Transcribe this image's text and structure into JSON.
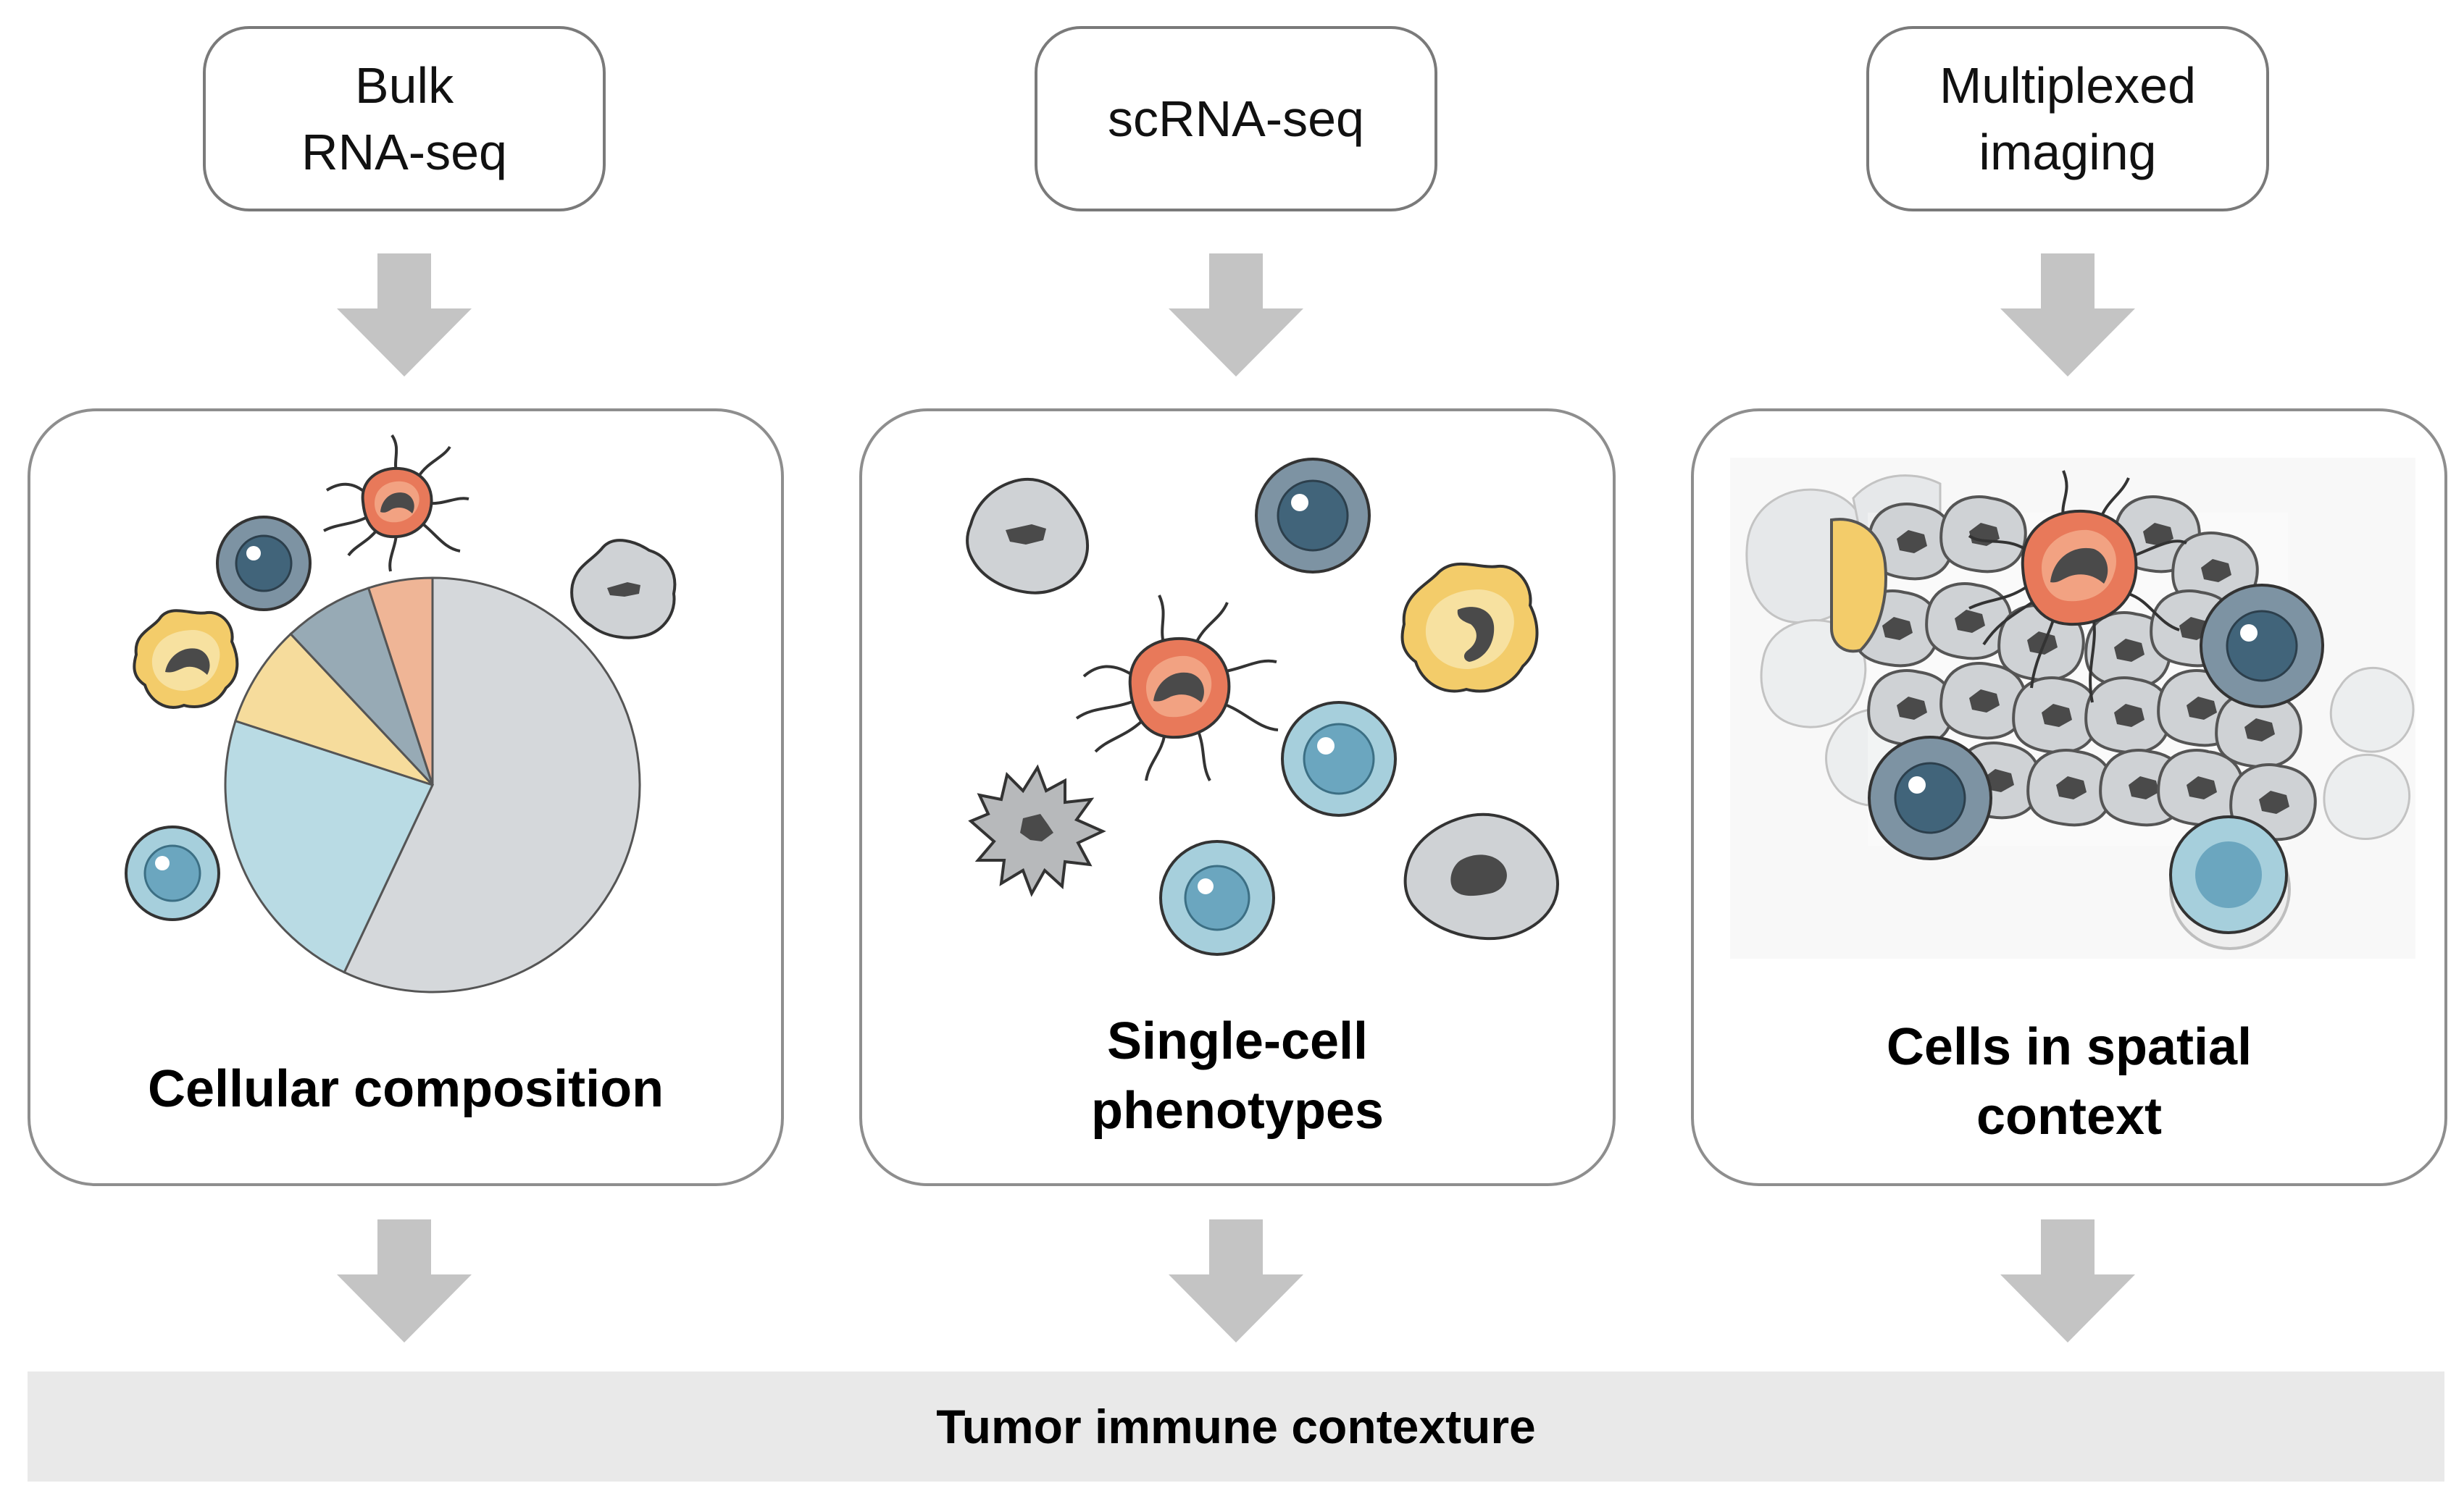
{
  "methods": [
    {
      "label": "Bulk\nRNA-seq"
    },
    {
      "label": "scRNA-seq"
    },
    {
      "label": "Multiplexed\nimaging"
    }
  ],
  "panels": [
    {
      "label": "Cellular composition"
    },
    {
      "label": "Single-cell\nphenotypes"
    },
    {
      "label": "Cells in spatial\ncontext"
    }
  ],
  "pie": {
    "slices": [
      {
        "name": "tumor-cells",
        "value": 57,
        "color": "#d5d8db"
      },
      {
        "name": "b-cells",
        "value": 23,
        "color": "#b9dbe4"
      },
      {
        "name": "myeloid-cells",
        "value": 8,
        "color": "#f6dc9c"
      },
      {
        "name": "t-cells",
        "value": 7,
        "color": "#97aab5"
      },
      {
        "name": "dendritic-cells",
        "value": 5,
        "color": "#efb596"
      }
    ]
  },
  "output": {
    "label": "Tumor immune contexture"
  },
  "colors": {
    "arrow": "#c4c4c4",
    "tumor_cell": "#cfd2d5",
    "nucleus": "#4a4a4a",
    "t_cell": "#7d93a3",
    "b_cell": "#a6cfdc",
    "myeloid": "#f3cc6a",
    "dendritic": "#e8795a",
    "bar": "#e9e9e9"
  }
}
